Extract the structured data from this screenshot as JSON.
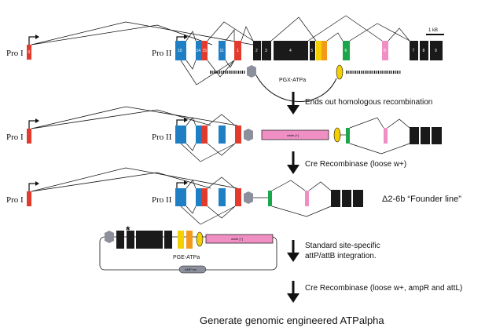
{
  "promoters": {
    "pro1": "Pro I",
    "pro2": "Pro II"
  },
  "scale_bar": "1 kB",
  "exons_row1": [
    "0",
    "10",
    "14",
    "15",
    "11",
    "1",
    "2",
    "3",
    "4",
    "5",
    "6",
    "8",
    "7",
    "8",
    "9"
  ],
  "cassettes": {
    "pgx": "PGX-ATPa",
    "pge": "PGE-ATPa",
    "white": "white [+]",
    "amp": "AMP res"
  },
  "steps": {
    "s1": "Ends out homologous recombination",
    "s2": "Cre Recombinase (loose w+)",
    "s3_line1": "Standard site-specific",
    "s3_line2": "attP/attB integration.",
    "s4": "Cre Recombinase (loose w+, ampR and attL)"
  },
  "founder_line": "Δ2-6b “Founder line”",
  "final_title": "Generate genomic engineered ATPalpha",
  "asterisk": "*",
  "colors": {
    "red": "#e23b2e",
    "blue": "#1f7fc4",
    "black": "#1a1a1a",
    "yellow": "#f5d000",
    "orange": "#f39a1c",
    "green": "#1aa64a",
    "pink": "#ef8fc4",
    "gray": "#8c8f9c"
  }
}
